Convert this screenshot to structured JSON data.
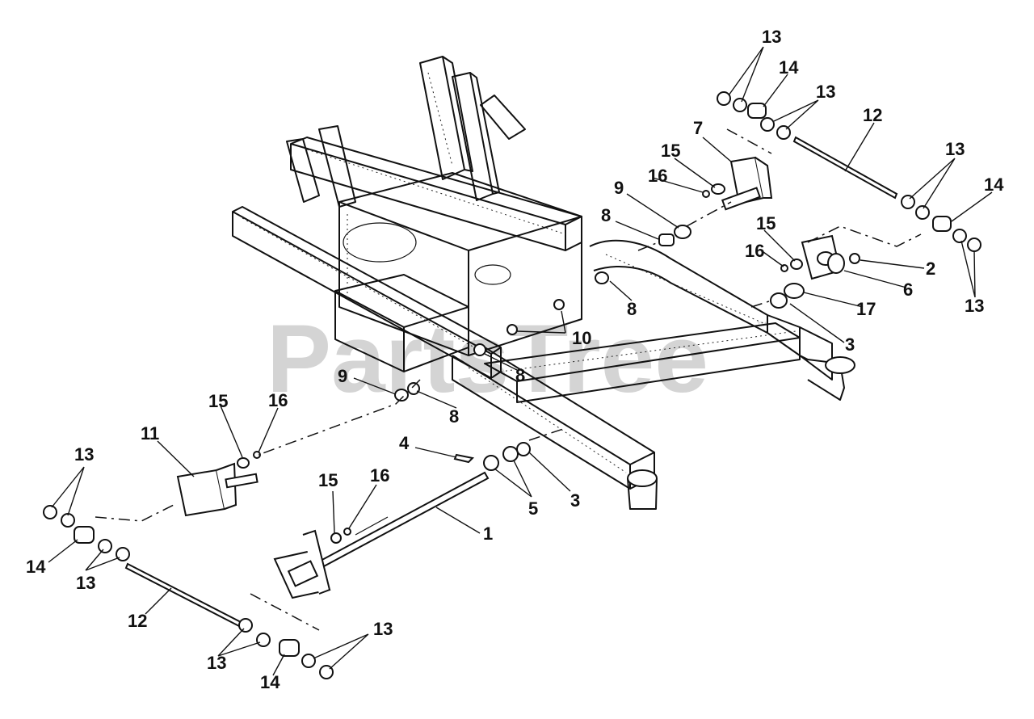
{
  "watermark": {
    "text": "PartsTree",
    "trademark": "™"
  },
  "callouts": {
    "n13_tr_a": "13",
    "n14_tr": "14",
    "n13_tr_b": "13",
    "n12_tr": "12",
    "n7": "7",
    "n15_tr": "15",
    "n16_tr": "16",
    "n13_r": "13",
    "n14_r": "14",
    "n9_tr": "9",
    "n8_tr": "8",
    "n15_r": "15",
    "n16_r": "16",
    "n2": "2",
    "n6": "6",
    "n17": "17",
    "n13_rb": "13",
    "n8_mid": "8",
    "n10": "10",
    "n3_r": "3",
    "n9_l": "9",
    "n8_l": "8",
    "n8_l2": "8",
    "n15_l": "15",
    "n16_l": "16",
    "n11": "11",
    "n13_l": "13",
    "n4": "4",
    "n15_m": "15",
    "n16_m": "16",
    "n1": "1",
    "n5": "5",
    "n3_m": "3",
    "n14_l": "14",
    "n13_l2": "13",
    "n12_l": "12",
    "n13_b": "13",
    "n13_b2": "13",
    "n14_b": "14"
  }
}
